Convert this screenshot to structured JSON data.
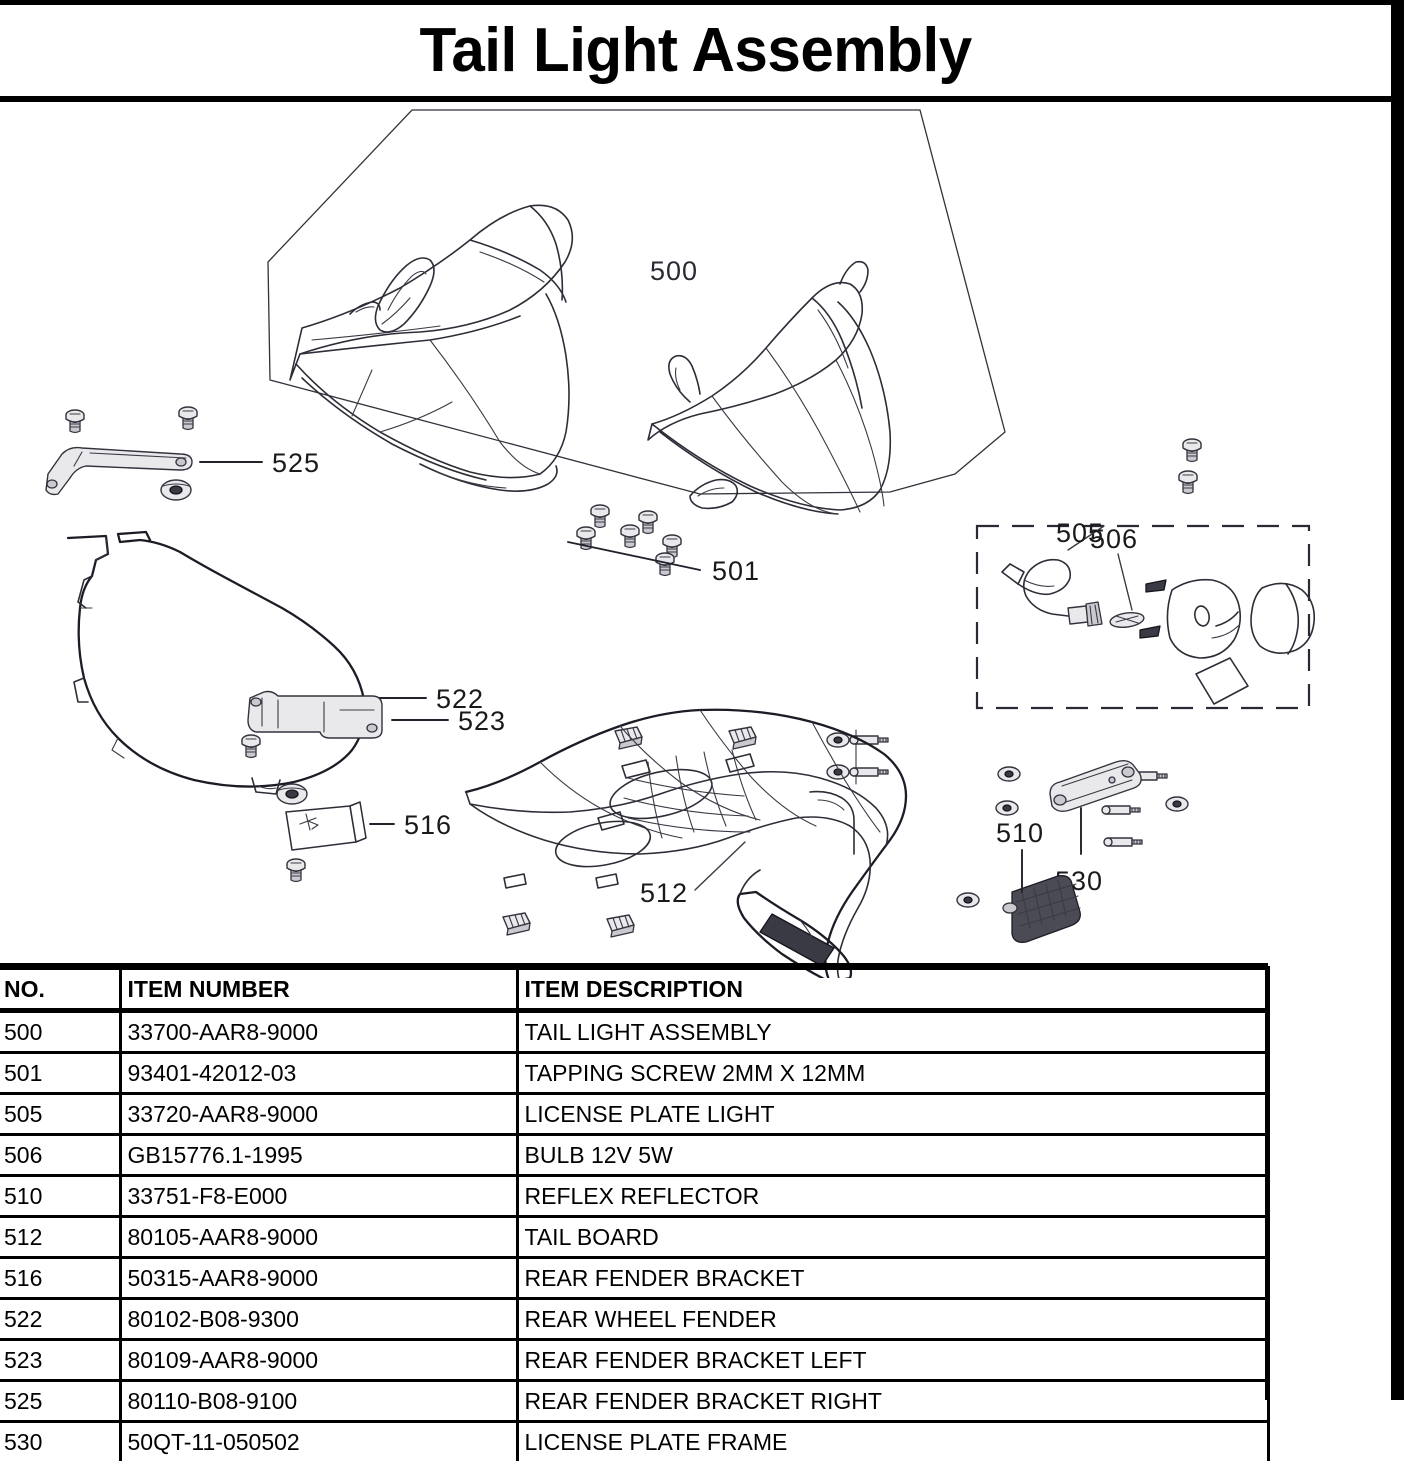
{
  "document": {
    "title": "Tail Light Assembly"
  },
  "diagram": {
    "callouts": [
      {
        "id": "500",
        "label": "500"
      },
      {
        "id": "501",
        "label": "501"
      },
      {
        "id": "505",
        "label": "505"
      },
      {
        "id": "506",
        "label": "506"
      },
      {
        "id": "510",
        "label": "510"
      },
      {
        "id": "512",
        "label": "512"
      },
      {
        "id": "516",
        "label": "516"
      },
      {
        "id": "522",
        "label": "522"
      },
      {
        "id": "523",
        "label": "523"
      },
      {
        "id": "525",
        "label": "525"
      },
      {
        "id": "530",
        "label": "530"
      }
    ]
  },
  "table": {
    "columns": [
      "NO.",
      "ITEM NUMBER",
      "ITEM DESCRIPTION"
    ],
    "rows": [
      {
        "no": "500",
        "item_number": "33700-AAR8-9000",
        "description": "TAIL LIGHT ASSEMBLY"
      },
      {
        "no": "501",
        "item_number": "93401-42012-03",
        "description": "TAPPING SCREW 2MM X 12MM"
      },
      {
        "no": "505",
        "item_number": "33720-AAR8-9000",
        "description": "LICENSE PLATE LIGHT"
      },
      {
        "no": "506",
        "item_number": "GB15776.1-1995",
        "description": "BULB 12V 5W"
      },
      {
        "no": "510",
        "item_number": "33751-F8-E000",
        "description": "REFLEX REFLECTOR"
      },
      {
        "no": "512",
        "item_number": "80105-AAR8-9000",
        "description": "TAIL BOARD"
      },
      {
        "no": "516",
        "item_number": "50315-AAR8-9000",
        "description": "REAR FENDER BRACKET"
      },
      {
        "no": "522",
        "item_number": "80102-B08-9300",
        "description": "REAR WHEEL FENDER"
      },
      {
        "no": "523",
        "item_number": "80109-AAR8-9000",
        "description": "REAR FENDER BRACKET LEFT"
      },
      {
        "no": "525",
        "item_number": "80110-B08-9100",
        "description": "REAR FENDER BRACKET RIGHT"
      },
      {
        "no": "530",
        "item_number": "50QT-11-050502",
        "description": "LICENSE PLATE FRAME"
      }
    ]
  },
  "colors": {
    "line": "#2d2d38",
    "text": "#000000",
    "callout": "#2a2a35"
  }
}
